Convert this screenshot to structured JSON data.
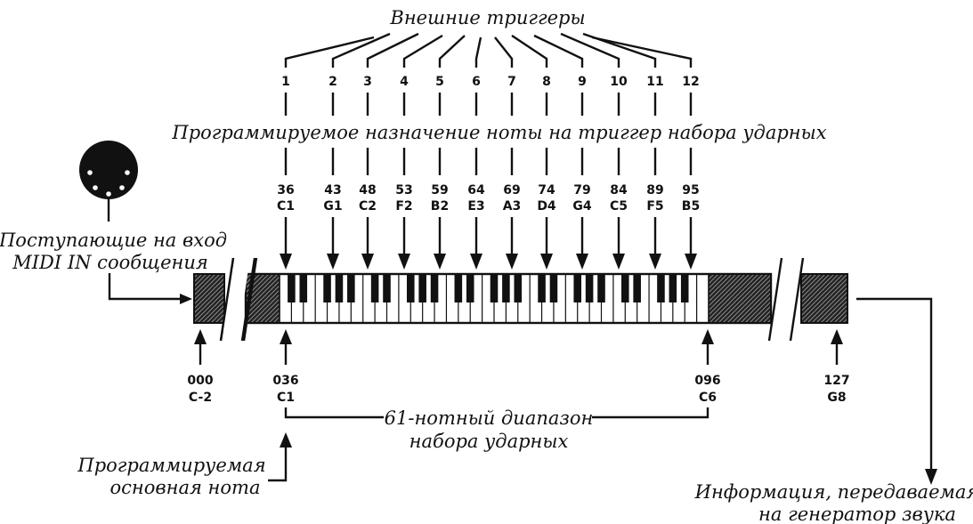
{
  "diagram": {
    "top_label": "Внешние триггеры",
    "mid_label": "Программируемое назначение ноты на триггер набора ударных",
    "midi_label": [
      "Поступающие на вход",
      "MIDI IN сообщения"
    ],
    "range_label": [
      "61-нотный диапазон",
      "набора ударных"
    ],
    "base_note_label": [
      "Программируемая",
      "основная нота"
    ],
    "output_label": [
      "Информация, передаваемая",
      "на генератор звука"
    ],
    "triggers": [
      {
        "n": "1",
        "num": "36",
        "note": "C1"
      },
      {
        "n": "2",
        "num": "43",
        "note": "G1"
      },
      {
        "n": "3",
        "num": "48",
        "note": "C2"
      },
      {
        "n": "4",
        "num": "53",
        "note": "F2"
      },
      {
        "n": "5",
        "num": "59",
        "note": "B2"
      },
      {
        "n": "6",
        "num": "64",
        "note": "E3"
      },
      {
        "n": "7",
        "num": "69",
        "note": "A3"
      },
      {
        "n": "8",
        "num": "74",
        "note": "D4"
      },
      {
        "n": "9",
        "num": "79",
        "note": "G4"
      },
      {
        "n": "10",
        "num": "84",
        "note": "C5"
      },
      {
        "n": "11",
        "num": "89",
        "note": "F5"
      },
      {
        "n": "12",
        "num": "95",
        "note": "B5"
      }
    ],
    "markers": [
      {
        "num": "000",
        "note": "C-2"
      },
      {
        "num": "036",
        "note": "C1"
      },
      {
        "num": "096",
        "note": "C6"
      },
      {
        "num": "127",
        "note": "G8"
      }
    ],
    "colors": {
      "ink": "#111111",
      "paper": "#ffffff"
    }
  }
}
